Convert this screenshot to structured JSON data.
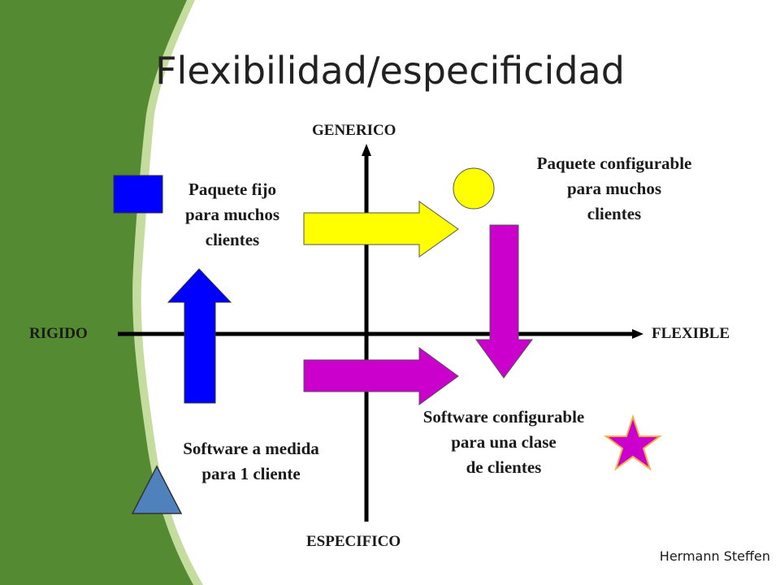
{
  "slide": {
    "title": "Flexibilidad/especificidad",
    "author": "Hermann Steffen"
  },
  "axes": {
    "top": "GENERICO",
    "bottom": "ESPECIFICO",
    "left": "RIGIDO",
    "right": "FLEXIBLE"
  },
  "quadrants": {
    "top_left": "Paquete fijo\npara muchos\nclientes",
    "top_right": "Paquete configurable\npara muchos\nclientes",
    "bottom_left": "Software a medida\npara 1 cliente",
    "bottom_right": "Software configurable\npara una clase\nde clientes"
  },
  "colors": {
    "green_band": "#548a32",
    "light_band": "#c5dc9f",
    "blue": "#0000ff",
    "yellow": "#ffff00",
    "magenta": "#cc00cc",
    "triangle": "#4f81bd",
    "star": "#cc00cc"
  }
}
